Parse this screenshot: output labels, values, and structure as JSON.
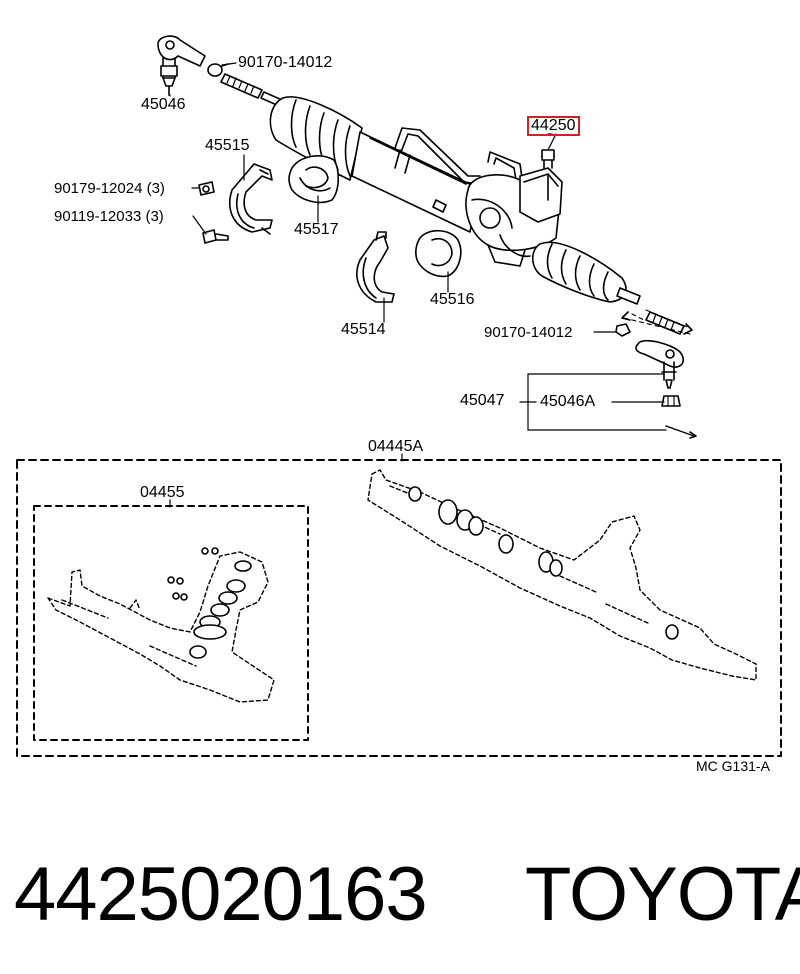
{
  "diagram": {
    "labels": {
      "p90170_top": "90170-14012",
      "p45046": "45046",
      "p44250": "44250",
      "p45515": "45515",
      "p90179": "90179-12024 (3)",
      "p90119": "90119-12033 (3)",
      "p45517": "45517",
      "p45516": "45516",
      "p45514": "45514",
      "p90170_bottom": "90170-14012",
      "p45047": "45047",
      "p45046A": "45046A",
      "p04445A": "04445A",
      "p04455": "04455"
    },
    "highlighted_part": "44250",
    "highlight_color": "#d42020",
    "reference_code": "MC G131-A"
  },
  "footer": {
    "part_number": "4425020163",
    "brand": "TOYOTA"
  }
}
